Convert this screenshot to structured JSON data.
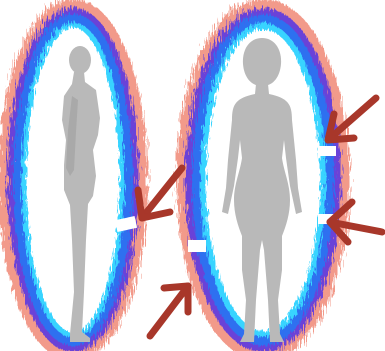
{
  "figures": [
    {
      "view": "side-profile",
      "aura_breaks": 1
    },
    {
      "view": "front",
      "aura_breaks": 3
    }
  ],
  "arrows": {
    "count": 4,
    "color": "#a8372a"
  },
  "colors": {
    "silhouette": "#b9b9b9",
    "aura_outer": "#e98a8a",
    "aura_mid": "#5d3fd6",
    "aura_inner": "#2f6ff0",
    "aura_core": "#33d0ff",
    "background": "#ffffff"
  }
}
